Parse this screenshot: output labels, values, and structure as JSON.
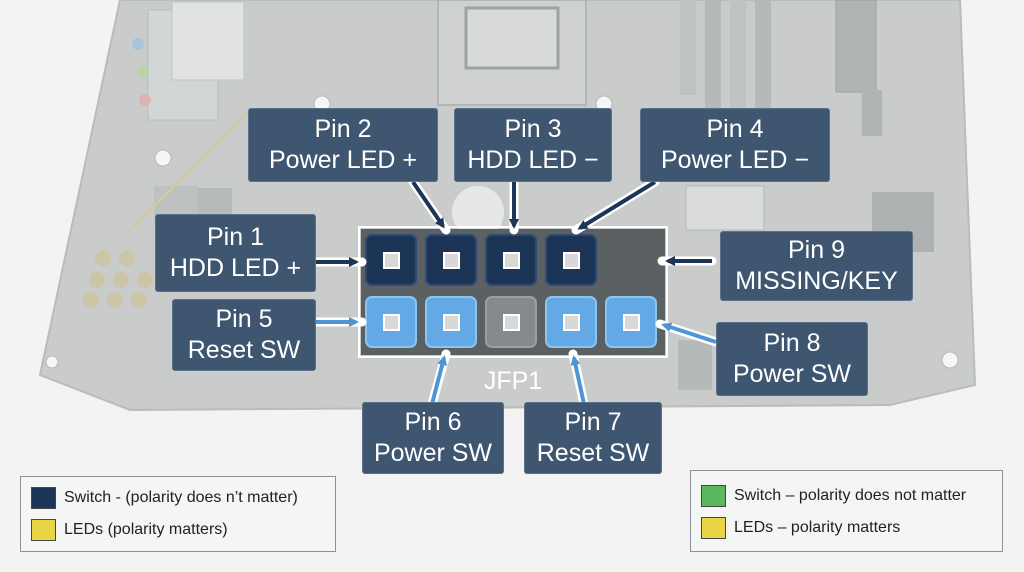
{
  "header_label": "JFP1",
  "callouts": {
    "pin1": {
      "line1": "Pin 1",
      "line2": "HDD LED +"
    },
    "pin2": {
      "line1": "Pin 2",
      "line2": "Power LED +"
    },
    "pin3": {
      "line1": "Pin 3",
      "line2": "HDD LED −"
    },
    "pin4": {
      "line1": "Pin 4",
      "line2": "Power LED −"
    },
    "pin5": {
      "line1": "Pin 5",
      "line2": "Reset SW"
    },
    "pin6": {
      "line1": "Pin 6",
      "line2": "Power SW"
    },
    "pin7": {
      "line1": "Pin 7",
      "line2": "Reset SW"
    },
    "pin8": {
      "line1": "Pin 8",
      "line2": "Power SW"
    },
    "pin9": {
      "line1": "Pin 9",
      "line2": "MISSING/KEY"
    }
  },
  "legend_left": {
    "items": [
      {
        "label": "Switch - (polarity does n’t matter)",
        "color": "#1c3557"
      },
      {
        "label": "LEDs (polarity matters)",
        "color": "#e9d445"
      }
    ]
  },
  "legend_right": {
    "items": [
      {
        "label": "Switch – polarity does not matter",
        "color": "#5cb85c"
      },
      {
        "label": "LEDs – polarity matters",
        "color": "#e9d445"
      }
    ]
  },
  "colors": {
    "switch_dark": "#1c3557",
    "switch_light": "#62a9e5",
    "callout_bg": "#3f5670",
    "led_yellow": "#e9d445",
    "switch_green": "#5cb85c"
  }
}
